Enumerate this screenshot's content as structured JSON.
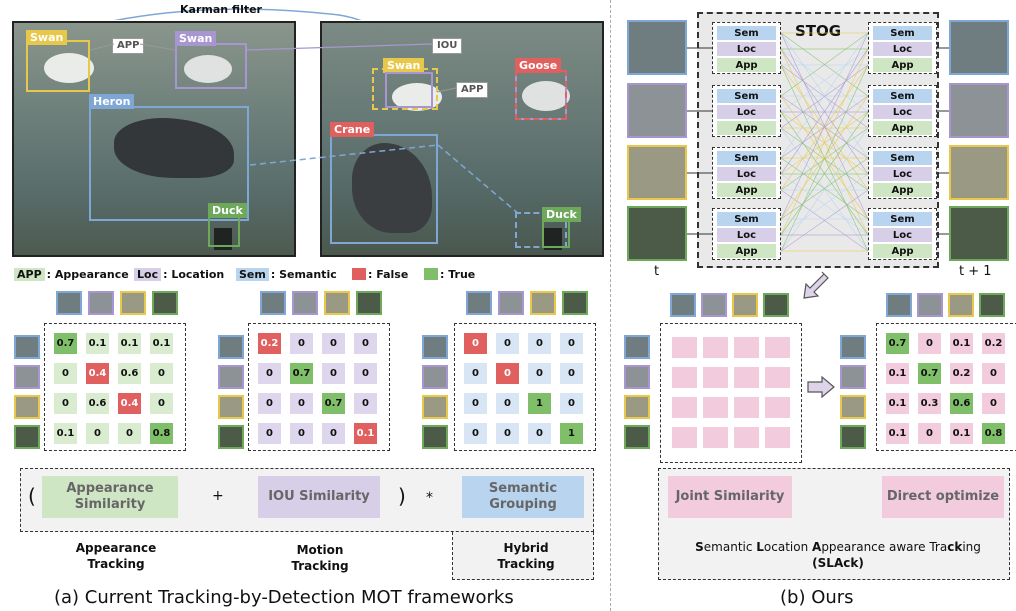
{
  "colors": {
    "swan": "#e8c84a",
    "app_swan": "#a896d0",
    "heron": "#7fa7d6",
    "duck": "#6ea85a",
    "crane": "#e06060",
    "goose": "#e06060",
    "false": "#e06060",
    "true": "#7fbf6a",
    "sem": "#b8d4ef",
    "loc": "#d7cfe8",
    "app": "#cfe6c4",
    "pink": "#f2ccdc"
  },
  "left": {
    "kalman": "Karman filter",
    "frame1": {
      "swan": "Swan",
      "app": "APP",
      "swan2": "Swan",
      "heron": "Heron",
      "duck": "Duck"
    },
    "frame2": {
      "iou": "IOU",
      "swan": "Swan",
      "app": "APP",
      "goose": "Goose",
      "crane": "Crane",
      "duck": "Duck"
    },
    "legend": {
      "app_abbr": "APP",
      "app_text": ": Appearance",
      "loc_abbr": "Loc",
      "loc_text": ": Location",
      "sem_abbr": "Sem",
      "sem_text": ": Semantic",
      "false_text": ": False",
      "true_text": ": True"
    },
    "matrices": [
      {
        "name": "appearance",
        "values": [
          [
            "0.7",
            "0.1",
            "0.1",
            "0.1"
          ],
          [
            "0",
            "0.4",
            "0.6",
            "0"
          ],
          [
            "0",
            "0.6",
            "0.4",
            "0"
          ],
          [
            "0.1",
            "0",
            "0",
            "0.8"
          ]
        ],
        "states": [
          [
            "t",
            "n",
            "n",
            "n"
          ],
          [
            "n",
            "f",
            "n",
            "n"
          ],
          [
            "n",
            "n",
            "f",
            "n"
          ],
          [
            "n",
            "n",
            "n",
            "t"
          ]
        ]
      },
      {
        "name": "motion",
        "values": [
          [
            "0.2",
            "0",
            "0",
            "0"
          ],
          [
            "0",
            "0.7",
            "0",
            "0"
          ],
          [
            "0",
            "0",
            "0.7",
            "0"
          ],
          [
            "0",
            "0",
            "0",
            "0.1"
          ]
        ],
        "states": [
          [
            "f",
            "n",
            "n",
            "n"
          ],
          [
            "n",
            "t",
            "n",
            "n"
          ],
          [
            "n",
            "n",
            "t",
            "n"
          ],
          [
            "n",
            "n",
            "n",
            "f"
          ]
        ]
      },
      {
        "name": "hybrid",
        "values": [
          [
            "0",
            "0",
            "0",
            "0"
          ],
          [
            "0",
            "0",
            "0",
            "0"
          ],
          [
            "0",
            "0",
            "1",
            "0"
          ],
          [
            "0",
            "0",
            "0",
            "1"
          ]
        ],
        "states": [
          [
            "f",
            "n",
            "n",
            "n"
          ],
          [
            "n",
            "f",
            "n",
            "n"
          ],
          [
            "n",
            "n",
            "t",
            "n"
          ],
          [
            "n",
            "n",
            "n",
            "t"
          ]
        ]
      }
    ],
    "formula": {
      "open": "(",
      "app_sim": "Appearance Similarity",
      "plus": "+",
      "iou_sim": "IOU Similarity",
      "close": ")",
      "times": "*",
      "sem_group": "Semantic Grouping"
    },
    "captions": {
      "appearance": "Appearance Tracking",
      "motion": "Motion Tracking",
      "hybrid": "Hybrid Tracking"
    },
    "subtitle": "(a)  Current Tracking-by-Detection MOT frameworks"
  },
  "right": {
    "stog": "STOG",
    "node_rows": [
      "Sem",
      "Loc",
      "App"
    ],
    "t_label": "t",
    "t1_label": "t + 1",
    "result": {
      "values": [
        [
          "0.7",
          "0",
          "0.1",
          "0.2"
        ],
        [
          "0.1",
          "0.7",
          "0.2",
          "0"
        ],
        [
          "0.1",
          "0.3",
          "0.6",
          "0"
        ],
        [
          "0.1",
          "0",
          "0.1",
          "0.8"
        ]
      ],
      "states": [
        [
          "t",
          "n",
          "n",
          "n"
        ],
        [
          "n",
          "t",
          "n",
          "n"
        ],
        [
          "n",
          "n",
          "t",
          "n"
        ],
        [
          "n",
          "n",
          "n",
          "t"
        ]
      ]
    },
    "joint": "Joint Similarity",
    "direct": "Direct optimize",
    "slack_parts": [
      {
        "t": "S",
        "b": true
      },
      {
        "t": "emantic ",
        "b": false
      },
      {
        "t": "L",
        "b": true
      },
      {
        "t": "ocation ",
        "b": false
      },
      {
        "t": "A",
        "b": true
      },
      {
        "t": "ppearance aware Tra",
        "b": false
      },
      {
        "t": "ck",
        "b": true
      },
      {
        "t": "ing",
        "b": false
      }
    ],
    "slack_abbr": "(SLAck)",
    "subtitle": "(b) Ours"
  }
}
